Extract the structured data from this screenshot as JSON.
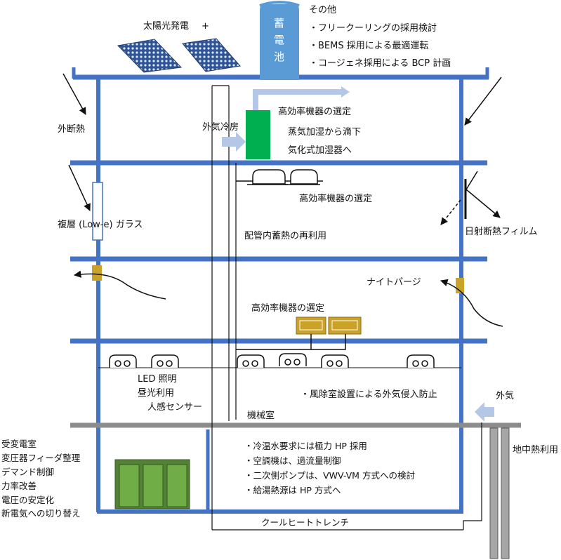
{
  "labels": {
    "solar": "太陽光発電",
    "solar_plus": "+",
    "battery_chars": [
      "蓄",
      "電",
      "池"
    ],
    "other_title": "その他",
    "other_items": [
      "・フリークーリングの採用検討",
      "・BEMS 採用による最適運転",
      "・コージェネ採用による BCP 計画"
    ],
    "outer_insulation": "外断熱",
    "outdoor_air_cooling": "外気冷房",
    "hi_eff_1": "高効率機器の選定",
    "humid_1": "蒸気加湿から滴下",
    "humid_2": "気化式加湿器へ",
    "hi_eff_2": "高効率機器の選定",
    "low_e_glass": "複層 (Low-e) ガラス",
    "pipe_storage": "配管内蓄熱の再利用",
    "solar_film": "日射断熱フィルム",
    "night_purge": "ナイトパージ",
    "hi_eff_3": "高効率機器の選定",
    "led": "LED 照明",
    "daylight": "昼光利用",
    "sensor": "人感センサー",
    "windbreak": "・風除室設置による外気侵入防止",
    "outside_air": "外気",
    "machine_room": "機械室",
    "geothermal": "地中熱利用",
    "mech_items": [
      "・冷温水要求には極力 HP 採用",
      "・空調機は、過流量制御",
      "・二次側ポンプは、VWV-VM 方式への検討",
      "・給湯熱源は HP 方式へ"
    ],
    "electrical_items": [
      "受変電室",
      "変圧器フィーダ整理",
      "デマンド制御",
      "力率改善",
      "電圧の安定化",
      "新電気への切り替え"
    ],
    "cool_heat_trench": "クールヒートトレンチ"
  },
  "colors": {
    "structure_blue": "#4472C4",
    "battery_blue": "#5B9BD5",
    "arrow_lightblue": "#B4C7E7",
    "equipment_green": "#00B050",
    "gold": "#C9A227",
    "transformer_green": "#548235",
    "ground_gray": "#8C8C8C",
    "panel_blue": "#2F5597"
  },
  "icons": {
    "solar_panel": "solar-panel-icon",
    "battery": "battery-icon",
    "fan_coil": "fan-coil-icon",
    "light_fixture": "light-fixture-icon",
    "heat_pump": "heat-pump-unit-icon",
    "damper": "damper-icon",
    "transformer": "transformer-icon",
    "geothermal_pipe": "geothermal-pipe-icon"
  }
}
